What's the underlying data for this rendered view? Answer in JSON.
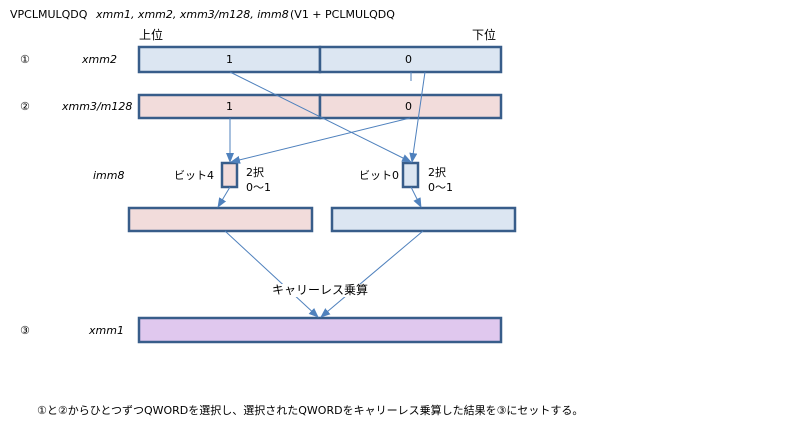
{
  "title": {
    "instruction": "VPCLMULQDQ",
    "operands": "xmm1, xmm2, xmm3/m128, imm8",
    "note": "(V1 + PCLMULQDQ"
  },
  "labels": {
    "high": "上位",
    "low": "下位",
    "row1_num": "①",
    "row1_reg": "xmm2",
    "row2_num": "②",
    "row2_reg": "xmm3/m128",
    "imm_reg": "imm8",
    "row3_num": "③",
    "row3_reg": "xmm1"
  },
  "xmm2": {
    "left": "1",
    "right": "0",
    "color": "#dce6f2"
  },
  "xmm3": {
    "left": "1",
    "right": "0",
    "color": "#f2dcdb"
  },
  "imm8": {
    "bit4_label": "ビット4",
    "bit0_label": "ビット0",
    "choice_line1": "2択",
    "choice_line2": "0〜1"
  },
  "multiply_label": "キャリーレス乗算",
  "result_color": "#e0c8ee",
  "caption": "①と②からひとつずつQWORDを選択し、選択されたQWORDをキャリーレス乗算した結果を③にセットする。",
  "colors": {
    "border": "#385d8a",
    "arrow": "#4f81bd"
  }
}
